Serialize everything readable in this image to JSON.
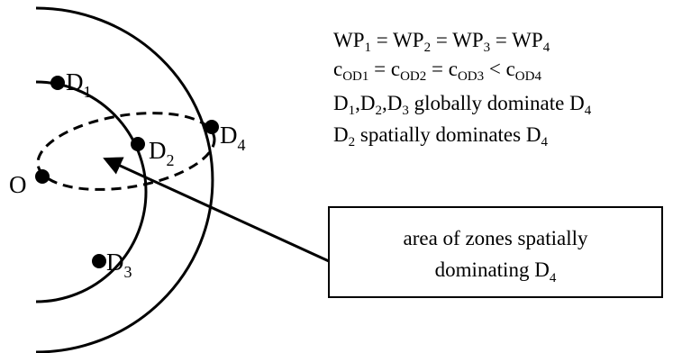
{
  "diagram": {
    "points": [
      {
        "id": "O",
        "label": "O",
        "sub": ""
      },
      {
        "id": "D1",
        "label": "D",
        "sub": "1"
      },
      {
        "id": "D2",
        "label": "D",
        "sub": "2"
      },
      {
        "id": "D3",
        "label": "D",
        "sub": "3"
      },
      {
        "id": "D4",
        "label": "D",
        "sub": "4"
      }
    ],
    "statements": [
      [
        {
          "t": "WP"
        },
        {
          "s": "1"
        },
        {
          "t": " = WP"
        },
        {
          "s": "2"
        },
        {
          "t": " = WP"
        },
        {
          "s": "3"
        },
        {
          "t": " = WP"
        },
        {
          "s": "4"
        }
      ],
      [
        {
          "t": "c"
        },
        {
          "s": "OD1"
        },
        {
          "t": " = c"
        },
        {
          "s": "OD2"
        },
        {
          "t": " = c"
        },
        {
          "s": "OD3"
        },
        {
          "t": " < c"
        },
        {
          "s": "OD4"
        }
      ],
      [
        {
          "t": "D"
        },
        {
          "s": "1"
        },
        {
          "t": ",D"
        },
        {
          "s": "2"
        },
        {
          "t": ",D"
        },
        {
          "s": "3"
        },
        {
          "t": " globally dominate D"
        },
        {
          "s": "4"
        }
      ],
      [
        {
          "t": "D"
        },
        {
          "s": "2"
        },
        {
          "t": " spatially dominates D"
        },
        {
          "s": "4"
        }
      ]
    ],
    "callout": {
      "line1": "area of zones spatially",
      "line2_text": "dominating D",
      "line2_sub": "4"
    }
  }
}
